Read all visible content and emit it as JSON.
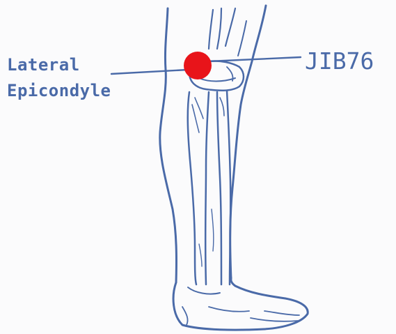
{
  "annotation": {
    "label_line1": "Lateral",
    "label_line2": "Epicondyle"
  },
  "point": {
    "code": "JIB76",
    "marker_color": "#e8141a"
  },
  "colors": {
    "ink": "#4a6aa8",
    "background": "#fbfbfc"
  }
}
